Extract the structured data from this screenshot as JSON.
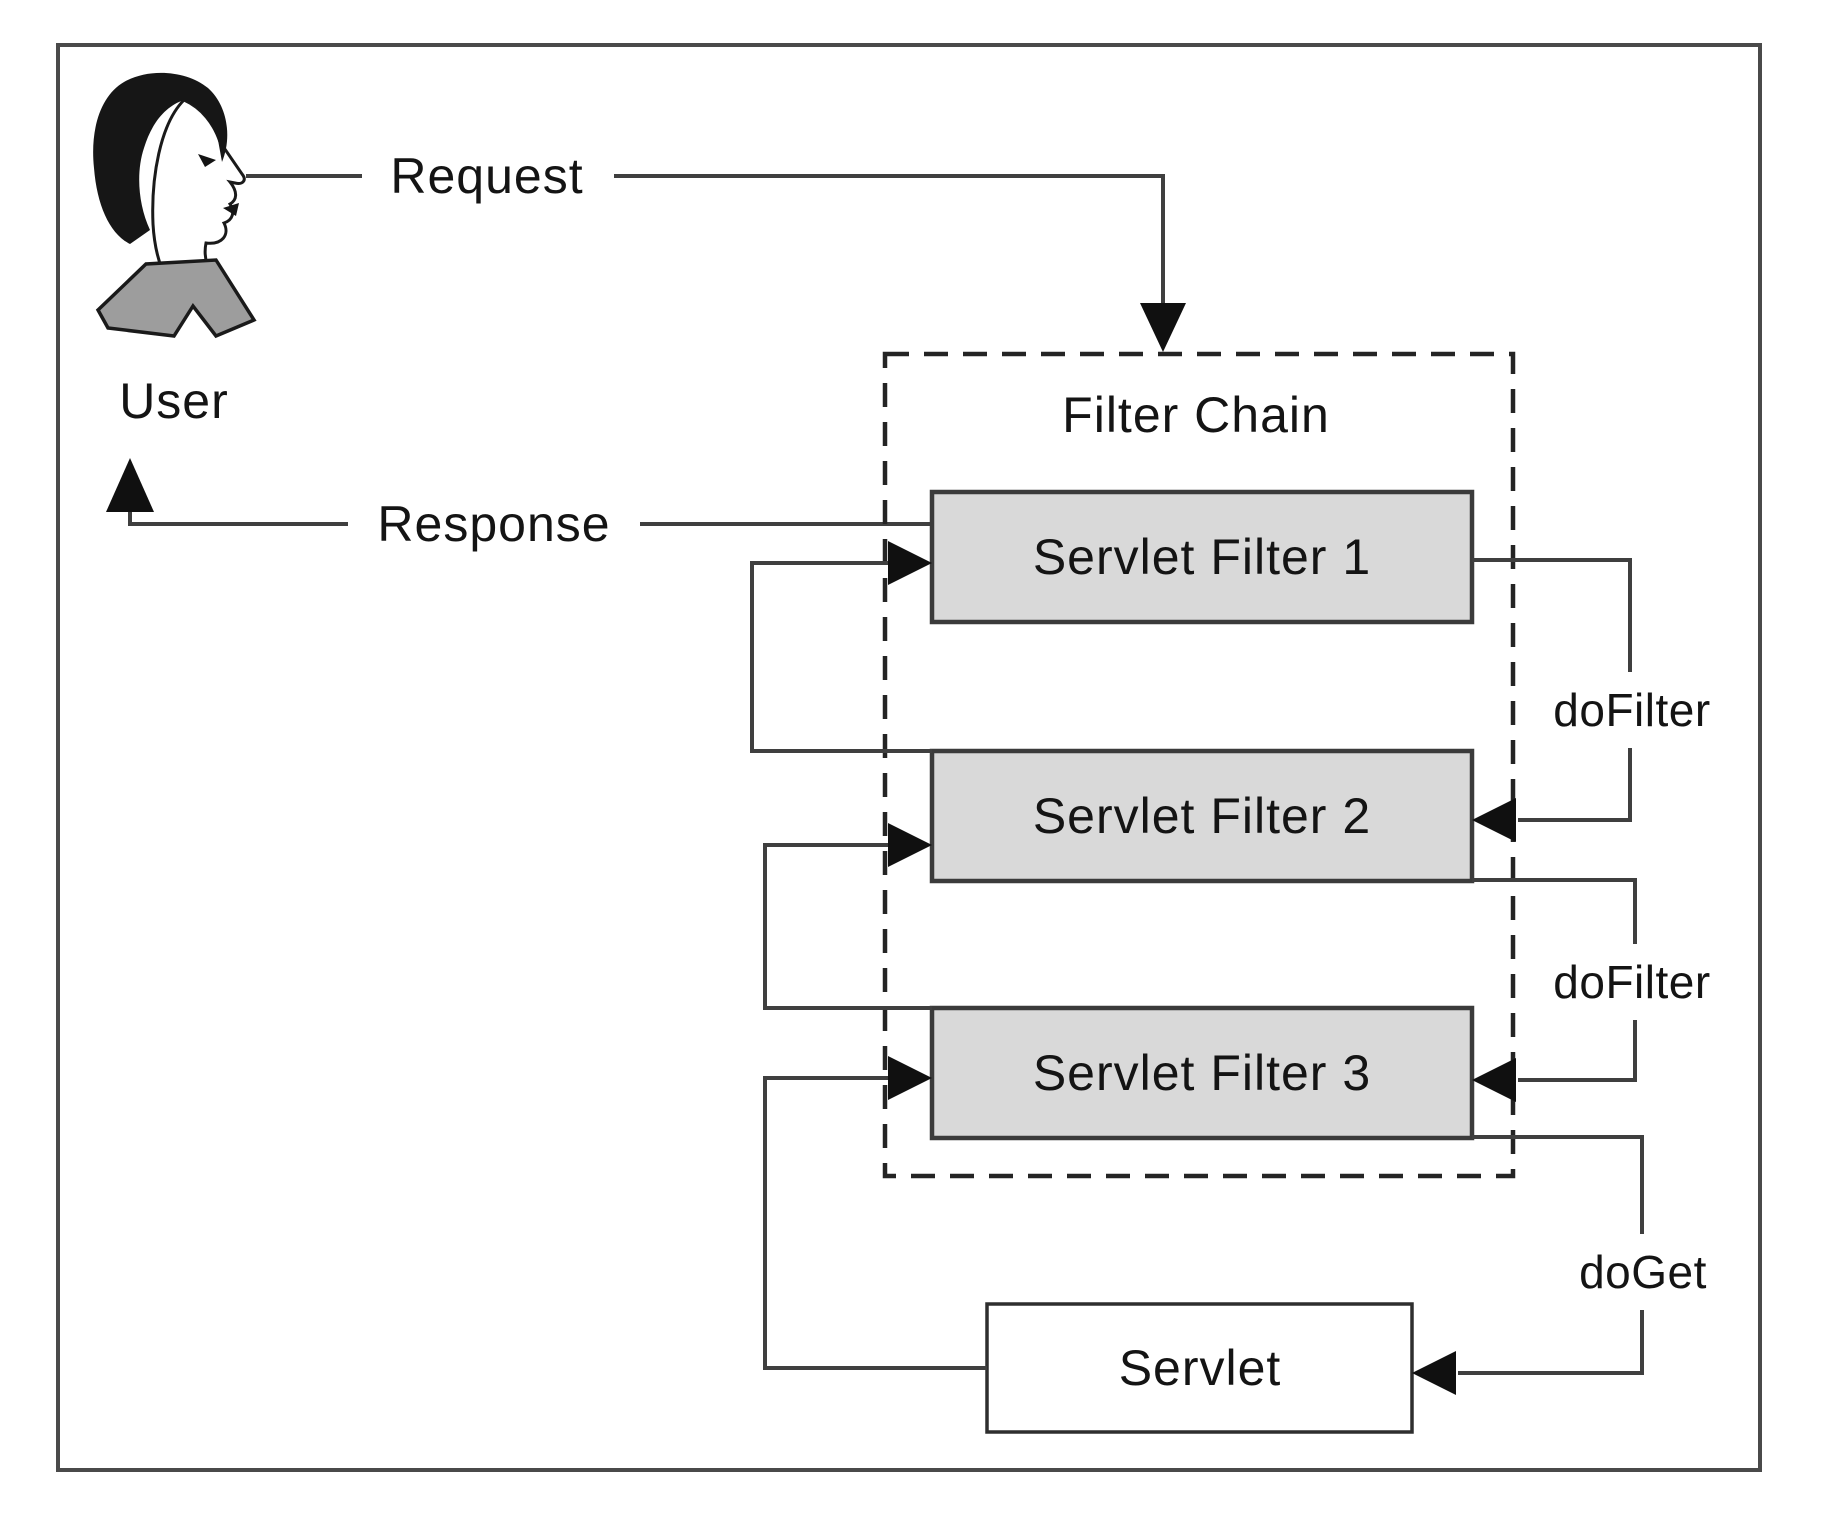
{
  "diagram": {
    "user": {
      "label": "User"
    },
    "request": {
      "label": "Request"
    },
    "response": {
      "label": "Response"
    },
    "filter_chain": {
      "label": "Filter Chain",
      "filters": [
        {
          "label": "Servlet Filter 1"
        },
        {
          "label": "Servlet Filter 2"
        },
        {
          "label": "Servlet Filter 3"
        }
      ]
    },
    "servlet": {
      "label": "Servlet"
    },
    "calls": {
      "do_filter_1": "doFilter",
      "do_filter_2": "doFilter",
      "do_get": "doGet"
    },
    "colors": {
      "background": "#ffffff",
      "outer_border": "#4a4a4a",
      "dashed_border": "#242424",
      "flow_line": "#3f3f3f",
      "filter_box_fill": "#d9d9d9",
      "filter_box_border": "#3b3b3b",
      "servlet_box_fill": "#ffffff",
      "servlet_box_border": "#2e2e2e",
      "hair_fill": "#161616",
      "face_fill": "#ffffff",
      "shoulder_fill": "#9d9d9d",
      "text": "#141414"
    }
  }
}
